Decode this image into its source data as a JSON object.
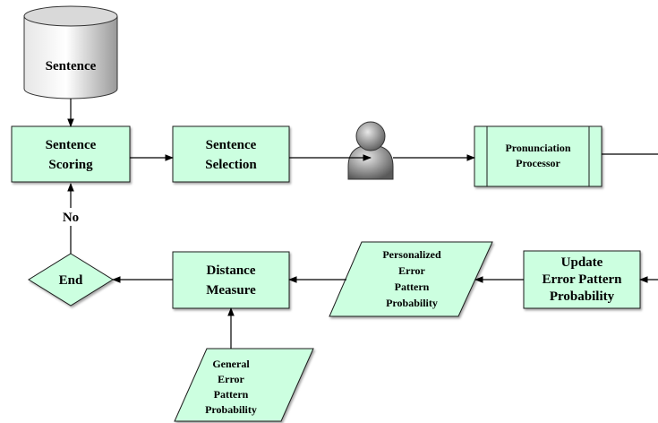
{
  "colors": {
    "node_fill": "#ccffe0",
    "node_stroke": "#1a1a1a",
    "db_fill_light": "#f2f2f2",
    "db_fill_dark": "#a6a6a6",
    "user_fill": "#8c8c8c"
  },
  "nodes": {
    "sentence": "Sentence",
    "sentence_scoring": [
      "Sentence",
      "Scoring"
    ],
    "sentence_selection": [
      "Sentence",
      "Selection"
    ],
    "pronunciation_processor": [
      "Pronunciation",
      "Processor"
    ],
    "update_error_pattern": [
      "Update",
      "Error Pattern",
      "Probability"
    ],
    "personalized_error_pattern": [
      "Personalized",
      "Error",
      "Pattern",
      "Probability"
    ],
    "distance_measure": [
      "Distance",
      "Measure"
    ],
    "general_error_pattern": [
      "General",
      "Error",
      "Pattern",
      "Probability"
    ],
    "end": "End"
  },
  "edge_labels": {
    "no": "No"
  },
  "icons": {
    "user": "user-icon",
    "database": "database-icon"
  }
}
